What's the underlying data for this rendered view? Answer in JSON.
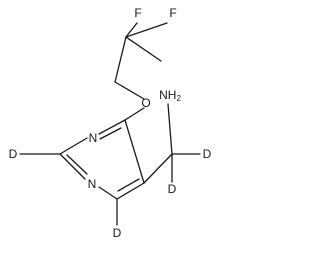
{
  "molecule": {
    "atoms": {
      "f1": "F",
      "f2": "F",
      "o": "O",
      "n_top": "N",
      "n_bottom": "N",
      "nh2_main": "NH",
      "nh2_sub": "2",
      "d_c2": "D",
      "d_c6": "D",
      "d_ch2_a": "D",
      "d_ch2_b": "D"
    }
  }
}
